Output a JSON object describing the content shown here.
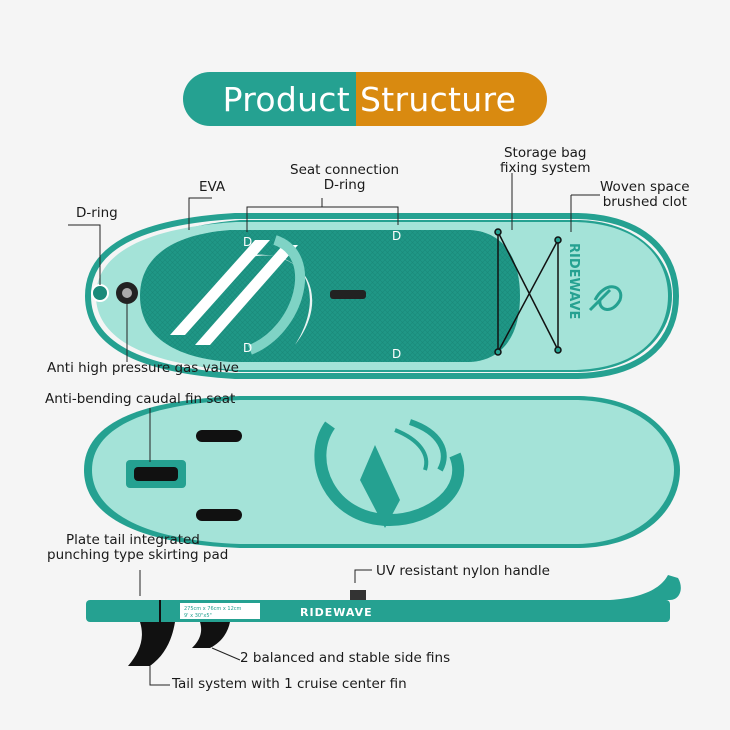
{
  "title": {
    "part1": "Product",
    "part2": "Structure",
    "color1": "#25a191",
    "color2": "#d98a10"
  },
  "labels": {
    "seat_connection": "Seat connection",
    "seat_connection_2": "D-ring",
    "storage_bag": "Storage bag",
    "storage_bag_2": "fixing system",
    "eva": "EVA",
    "woven": "Woven space",
    "woven_2": "brushed clot",
    "d_ring": "D-ring",
    "valve": "Anti high pressure gas valve",
    "fin_seat": "Anti-bending caudal fin seat",
    "plate_tail": "Plate tail integrated",
    "plate_tail_2": "punching type skirting pad",
    "handle": "UV resistant nylon handle",
    "side_fins": "2 balanced and stable side fins",
    "tail_system": "Tail system with 1 cruise center fin"
  },
  "board": {
    "brand": "RIDEWAVE",
    "size_1": "275cm x 76cm x 12cm",
    "size_2": "9' x 30\"x5\"",
    "color_main": "#22a08f",
    "color_light": "#9ee0d4"
  }
}
